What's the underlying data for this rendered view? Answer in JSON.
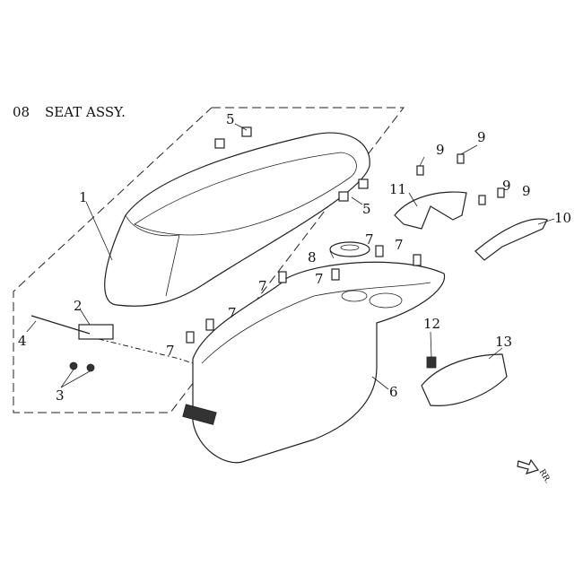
{
  "title": {
    "number": "08",
    "name": "SEAT ASSY."
  },
  "callouts": [
    {
      "id": "1",
      "label": "1"
    },
    {
      "id": "2",
      "label": "2"
    },
    {
      "id": "3",
      "label": "3"
    },
    {
      "id": "4",
      "label": "4"
    },
    {
      "id": "5a",
      "label": "5"
    },
    {
      "id": "5b",
      "label": "5"
    },
    {
      "id": "6",
      "label": "6"
    },
    {
      "id": "7a",
      "label": "7"
    },
    {
      "id": "7b",
      "label": "7"
    },
    {
      "id": "7c",
      "label": "7"
    },
    {
      "id": "7d",
      "label": "7"
    },
    {
      "id": "7e",
      "label": "7"
    },
    {
      "id": "7f",
      "label": "7"
    },
    {
      "id": "8",
      "label": "8"
    },
    {
      "id": "9a",
      "label": "9"
    },
    {
      "id": "9b",
      "label": "9"
    },
    {
      "id": "9c",
      "label": "9"
    },
    {
      "id": "9d",
      "label": "9"
    },
    {
      "id": "10",
      "label": "10"
    },
    {
      "id": "11",
      "label": "11"
    },
    {
      "id": "12",
      "label": "12"
    },
    {
      "id": "13",
      "label": "13"
    }
  ],
  "direction": {
    "label": "RR.",
    "icon": "arrow-rear-icon"
  }
}
